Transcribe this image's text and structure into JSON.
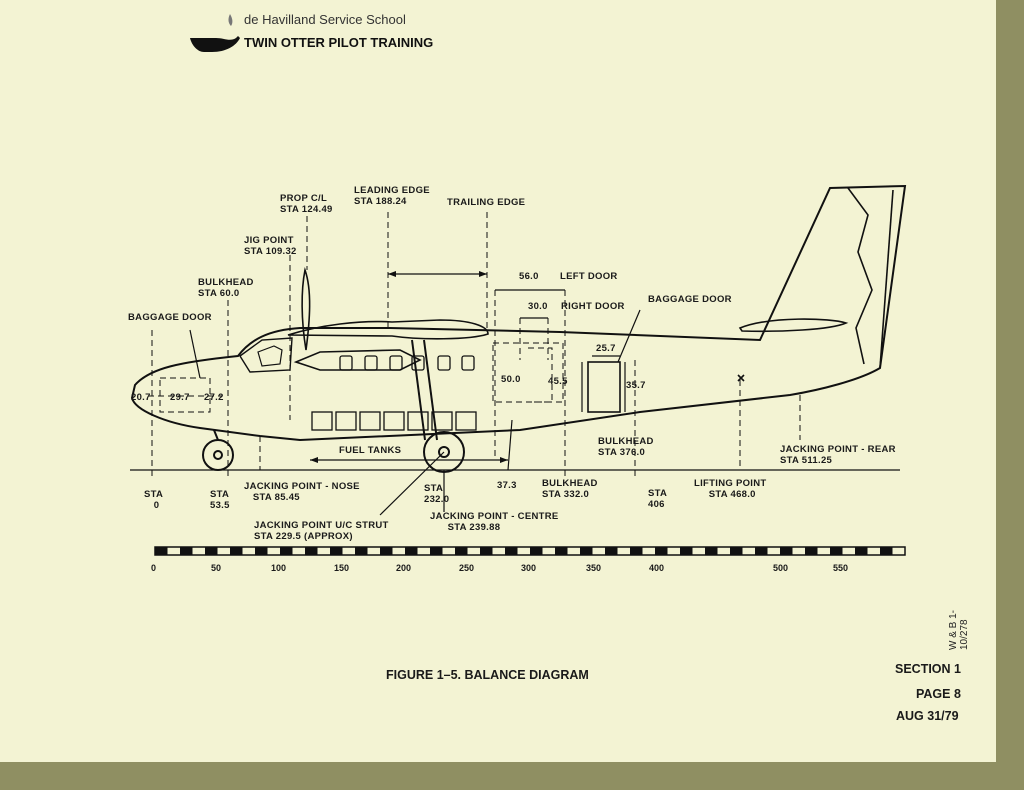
{
  "header": {
    "school": "de Havilland Service School",
    "course": "TWIN OTTER PILOT TRAINING",
    "logo_icon": "oil-lamp-icon"
  },
  "diagram": {
    "labels": {
      "prop_cl": "PROP C/L",
      "prop_cl_sta": "STA 124.49",
      "leading_edge": "LEADING EDGE",
      "leading_edge_sta": "STA 188.24",
      "trailing_edge": "TRAILING EDGE",
      "jig_point": "JIG POINT",
      "jig_point_sta": "STA 109.32",
      "bulkhead_fwd": "BULKHEAD",
      "bulkhead_fwd_sta": "STA 60.0",
      "baggage_door_fwd": "BAGGAGE DOOR",
      "left_door_dim": "56.0",
      "left_door": "LEFT DOOR",
      "right_door_dim": "30.0",
      "right_door": "RIGHT DOOR",
      "baggage_door_aft": "BAGGAGE DOOR",
      "dim_20_7": "20.7",
      "dim_29_7": "29.7",
      "dim_27_2": "27.2",
      "dim_50_0": "50.0",
      "dim_45_5": "45.5",
      "dim_25_7": "25.7",
      "dim_35_7": "35.7",
      "bulkhead_aft": "BULKHEAD",
      "bulkhead_aft_sta": "STA 376.0",
      "jacking_rear": "JACKING POINT - REAR",
      "jacking_rear_sta": "STA 511.25",
      "fuel_tanks": "FUEL TANKS",
      "sta0": "STA",
      "sta0_val": "0",
      "sta53": "STA",
      "sta53_val": "53.5",
      "jacking_nose": "JACKING POINT - NOSE",
      "jacking_nose_sta": "STA 85.45",
      "sta232": "STA",
      "sta232_val": "232.0",
      "dim_37_3": "37.3",
      "bulkhead_mid": "BULKHEAD",
      "bulkhead_mid_sta": "STA 332.0",
      "sta406": "STA",
      "sta406_val": "406",
      "lifting_point": "LIFTING POINT",
      "lifting_point_sta": "STA 468.0",
      "jacking_strut": "JACKING POINT U/C STRUT",
      "jacking_strut_sta": "STA 229.5 (APPROX)",
      "jacking_centre": "JACKING POINT - CENTRE",
      "jacking_centre_sta": "STA 239.88"
    },
    "scale": [
      "0",
      "50",
      "100",
      "150",
      "200",
      "250",
      "300",
      "350",
      "400",
      "500",
      "550"
    ]
  },
  "caption": "FIGURE 1–5.  BALANCE DIAGRAM",
  "side_ref": "W & B 1-10/278",
  "footer": {
    "section": "SECTION 1",
    "page": "PAGE 8",
    "date": "AUG 31/79"
  }
}
